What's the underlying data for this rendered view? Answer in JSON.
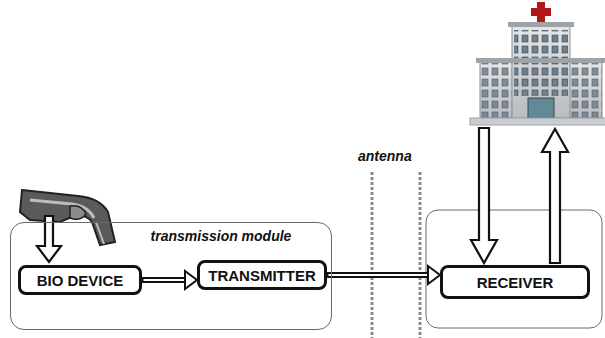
{
  "diagram": {
    "nodes": [
      {
        "text": [
          "transmission module"
        ]
      },
      {
        "text": [
          "BIO DEVICE"
        ],
        "in": 0
      },
      {
        "text": [
          "TRANSMITTER"
        ],
        "in": 0
      },
      {
        "text": [
          "RECEIVER"
        ]
      }
    ],
    "edges": [
      {
        "from": 1,
        "to": 2,
        "arrow": "to"
      },
      {
        "from": 2,
        "to": 3,
        "arrow": "to"
      }
    ],
    "labels": [
      "antenna"
    ]
  }
}
